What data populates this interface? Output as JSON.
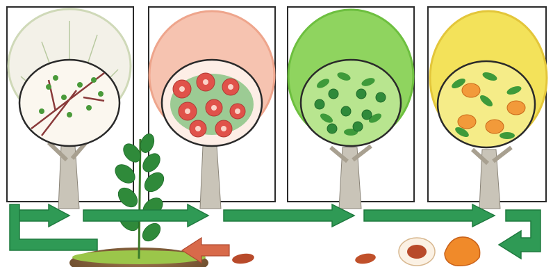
{
  "diagram": {
    "stages": [
      {
        "id": "buds",
        "icon": "bare-tree-with-buds-icon",
        "canopy": "#f3f1e8",
        "canopy_edge": "#cfd9b8",
        "inset_bg": "#fbf7ef"
      },
      {
        "id": "flowering",
        "icon": "blossoming-tree-icon",
        "canopy": "#f6c3b0",
        "canopy_edge": "#eea58c",
        "inset_bg": "#fdeee6"
      },
      {
        "id": "green-fruit",
        "icon": "green-fruit-tree-icon",
        "canopy": "#8fd45f",
        "canopy_edge": "#6dbf3f",
        "inset_bg": "#b8e58f"
      },
      {
        "id": "ripe-fruit",
        "icon": "ripe-fruit-tree-icon",
        "canopy": "#f3e25a",
        "canopy_edge": "#e3c63a",
        "inset_bg": "#f5ec88"
      }
    ],
    "seedling": {
      "icon": "seedling-icon"
    },
    "seeds": {
      "icon": "seed-icon"
    },
    "fruit": {
      "icon": "halved-fruit-icon"
    },
    "colors": {
      "arrow": "#2f9a55",
      "arrow_dark": "#1f7a3f",
      "return_arrow": "#d86a4a",
      "trunk": "#c9c4b8",
      "frame": "#2a2a2a",
      "soil": "#7a5a3a"
    }
  }
}
